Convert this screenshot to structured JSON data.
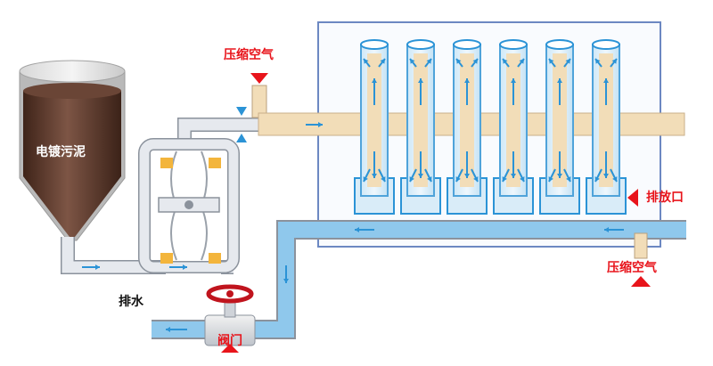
{
  "labels": {
    "sludge": "电镀污泥",
    "compressed_air_top": "压缩空气",
    "discharge_port": "排放口",
    "compressed_air_bottom": "压缩空气",
    "drain": "排水",
    "valve": "阀门"
  },
  "colors": {
    "label_red": "#e8141b",
    "pipe_grey": "#e6e9ee",
    "pipe_outline": "#8b929c",
    "water_blue": "#8fc8ec",
    "flow_arrow": "#2b93d6",
    "frame_blue": "#6c88c2",
    "slurry_beige": "#f2ddb8",
    "sludge_brown": "#5b3a2c"
  },
  "filter_tube_count": 6,
  "icons": [
    "triangle-marker-icon",
    "valve-handwheel-icon",
    "flow-arrow-icon"
  ]
}
